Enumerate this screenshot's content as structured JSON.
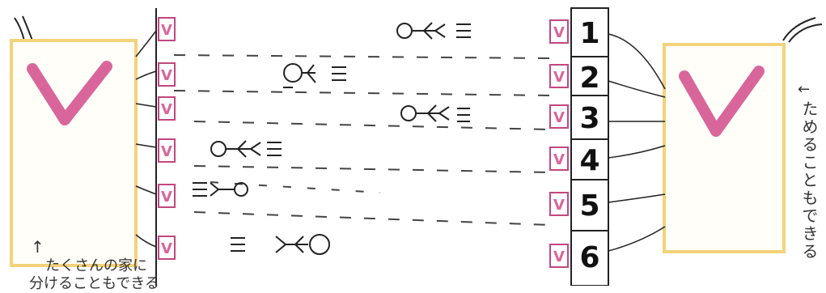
{
  "left_panel": {
    "mark": "V"
  },
  "right_panel": {
    "mark": "V"
  },
  "left_checkboxes": [
    {
      "mark": "V"
    },
    {
      "mark": "V"
    },
    {
      "mark": "V"
    },
    {
      "mark": "V"
    },
    {
      "mark": "V"
    },
    {
      "mark": "V"
    }
  ],
  "rows": [
    {
      "number": "1",
      "mark": "V"
    },
    {
      "number": "2",
      "mark": "V"
    },
    {
      "number": "3",
      "mark": "V"
    },
    {
      "number": "4",
      "mark": "V"
    },
    {
      "number": "5",
      "mark": "V"
    },
    {
      "number": "6",
      "mark": "V"
    }
  ],
  "annotations": {
    "left_arrow": "↑",
    "left_line1": "たくさんの家に",
    "left_line2": "分けることもできる",
    "right_arrow": "←",
    "right_vertical": "ためることもできる"
  },
  "colors": {
    "panel_border": "#f3d27a",
    "v_mark": "#d9669b",
    "checkbox_border": "#c2477f",
    "ink": "#222222"
  }
}
